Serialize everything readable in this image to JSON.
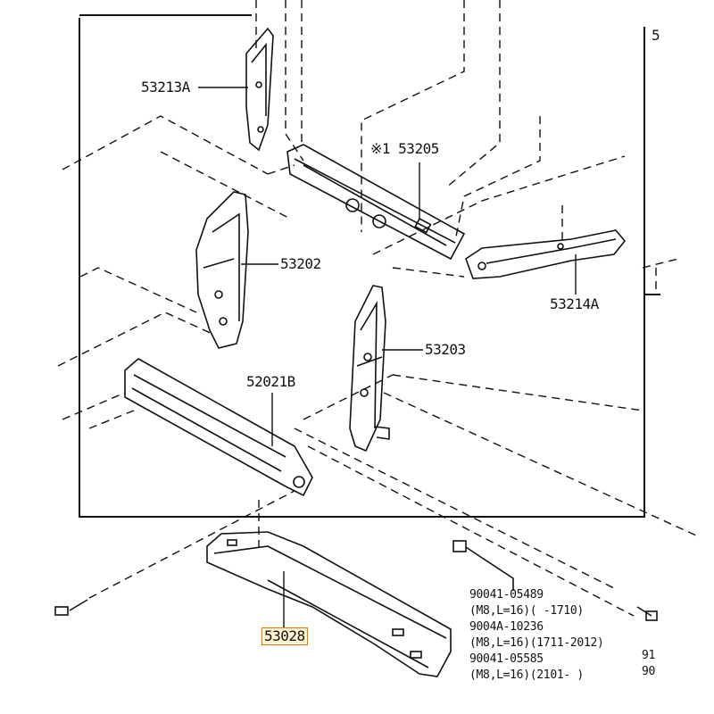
{
  "colors": {
    "line": "#111111",
    "highlight_border": "#e07a00",
    "highlight_fill": "#fff3cf"
  },
  "labels": {
    "p53213A": "53213A",
    "p53205": "※1 53205",
    "p53202": "53202",
    "p53214A": "53214A",
    "p53203": "53203",
    "p52021B": "52021B",
    "p53028": "53028",
    "edge_top_right": "5",
    "bolt1_part": "90041-05489",
    "bolt1_spec": "(M8,L=16)(      -1710)",
    "bolt2_part": "9004A-10236",
    "bolt2_spec": "(M8,L=16)(1711-2012)",
    "bolt3_part": "90041-05585",
    "bolt3_spec": "(M8,L=16)(2101-     )",
    "edge_right_1": "91",
    "edge_right_2": "90"
  }
}
